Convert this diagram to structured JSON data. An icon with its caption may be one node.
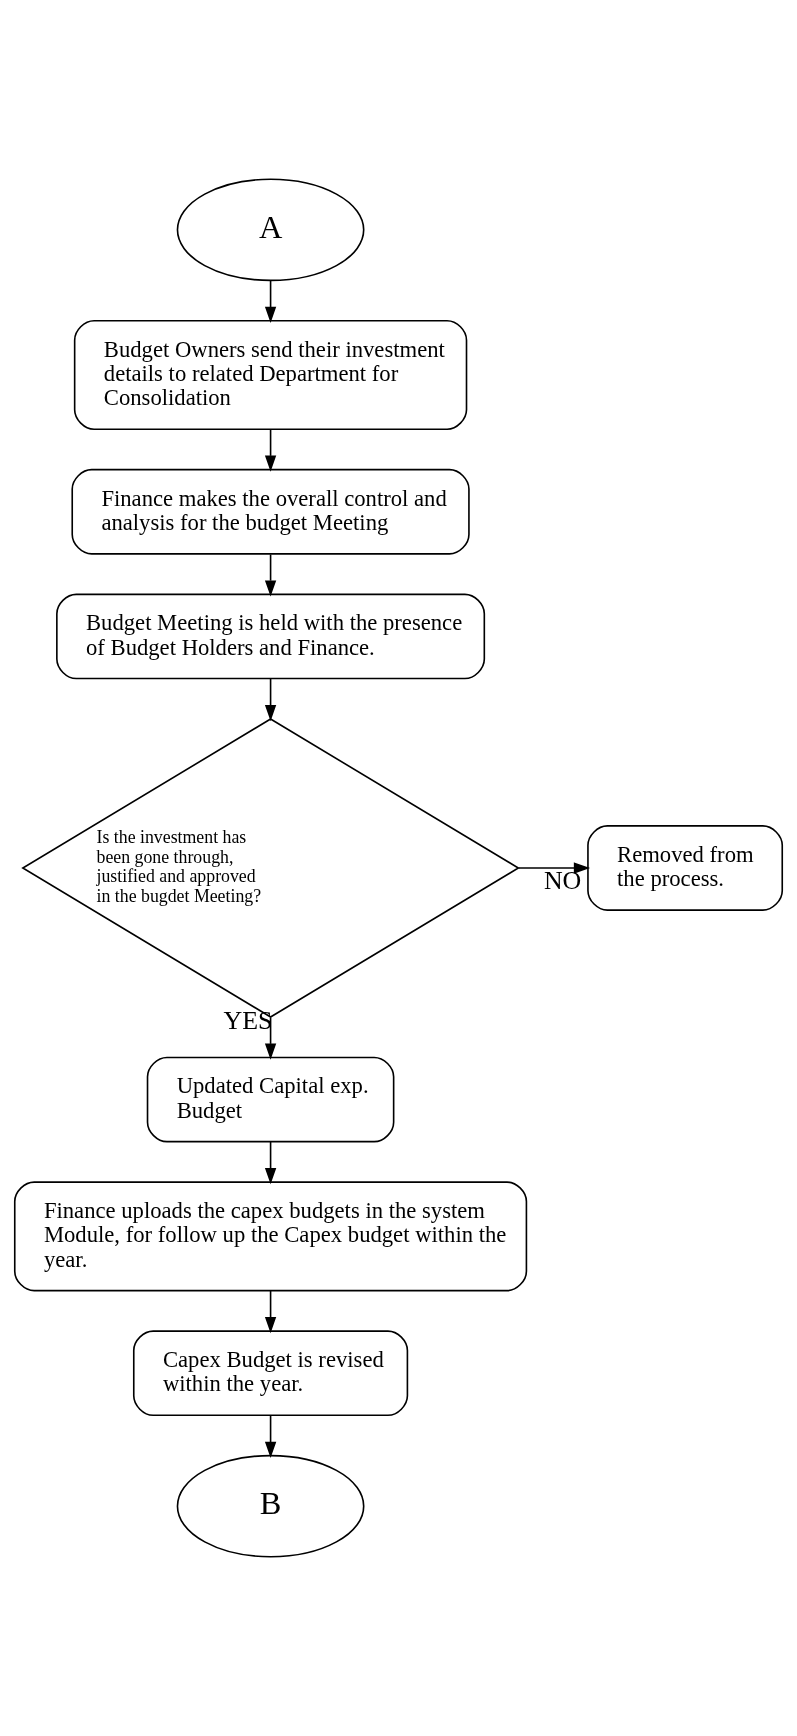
{
  "diagram": {
    "nodes": [
      {
        "text": [
          "A"
        ]
      },
      {
        "text": [
          "Budget Owners send their investment details to related Department for Consolidation"
        ]
      },
      {
        "text": [
          "Finance makes the overall control and analysis for the budget Meeting"
        ]
      },
      {
        "text": [
          "Budget Meeting is held with the presence of Budget Holders and Finance."
        ]
      },
      {
        "text": [
          "Is the investment has been gone through, justified and approved in the bugdet Meeting?"
        ]
      },
      {
        "text": [
          "Removed from the process."
        ]
      },
      {
        "text": [
          "Updated Capital exp. Budget"
        ]
      },
      {
        "text": [
          "Finance uploads the capex budgets in the system Module, for follow up the Capex budget within the year."
        ]
      },
      {
        "text": [
          "Capex Budget is revised within the year."
        ]
      },
      {
        "text": [
          "B"
        ]
      }
    ],
    "edges": [
      {
        "from": 0,
        "to": 1,
        "arrow": "to"
      },
      {
        "from": 1,
        "to": 2,
        "arrow": "to"
      },
      {
        "from": 2,
        "to": 3,
        "arrow": "to"
      },
      {
        "from": 3,
        "to": 4,
        "arrow": "to"
      },
      {
        "from": 4,
        "to": 5,
        "arrow": "to",
        "label": "NO"
      },
      {
        "from": 4,
        "to": 6,
        "arrow": "to",
        "label": "YES"
      },
      {
        "from": 6,
        "to": 7,
        "arrow": "to"
      },
      {
        "from": 7,
        "to": 8,
        "arrow": "to"
      },
      {
        "from": 8,
        "to": 9,
        "arrow": "to"
      }
    ]
  }
}
